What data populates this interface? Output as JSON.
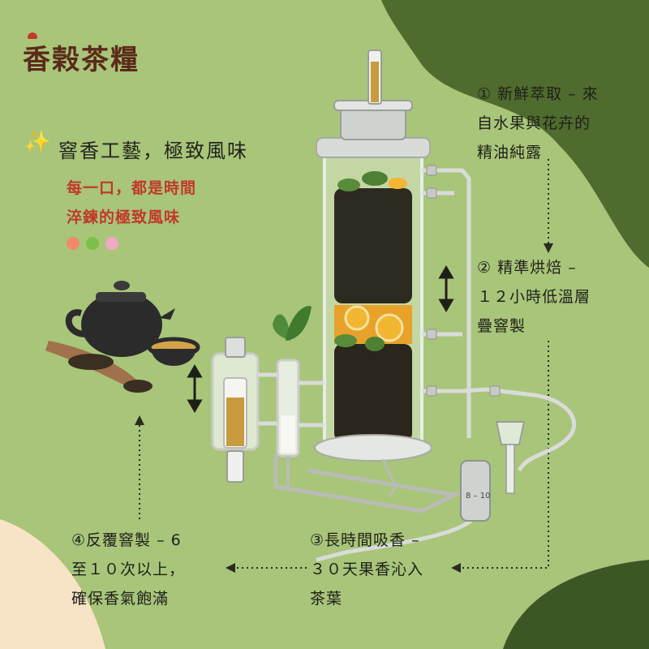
{
  "brand": {
    "name": "香榖茶糧"
  },
  "heading": {
    "title": "窨香工藝，極致風味",
    "subtitle_line1": "每一口，都是時間",
    "subtitle_line2": "淬鍊的極致風味"
  },
  "steps": [
    {
      "line1": "① 新鮮萃取 – 來",
      "line2": "自水果與花卉的",
      "line3": "精油純露"
    },
    {
      "line1": "② 精準烘焙 –",
      "line2": "１２小時低溫層",
      "line3": "疊窨製"
    },
    {
      "line1": "③長時間吸香 –",
      "line2": "３０天果香沁入",
      "line3": "茶葉"
    },
    {
      "line1": "④反覆窨製 – 6",
      "line2": "至１０次以上，",
      "line3": "確保香氣飽滿"
    }
  ],
  "colors": {
    "background": "#a8c57a",
    "dark_green": "#4f6b2e",
    "cream": "#f7e3c6",
    "accent_red": "#c0392b",
    "logo": "#5b2a1a"
  },
  "icons": {
    "sparkle": "sparkle-icon",
    "fruits": [
      "peach-icon",
      "apple-icon",
      "flower-icon"
    ],
    "leaf": "leaf-icon"
  }
}
